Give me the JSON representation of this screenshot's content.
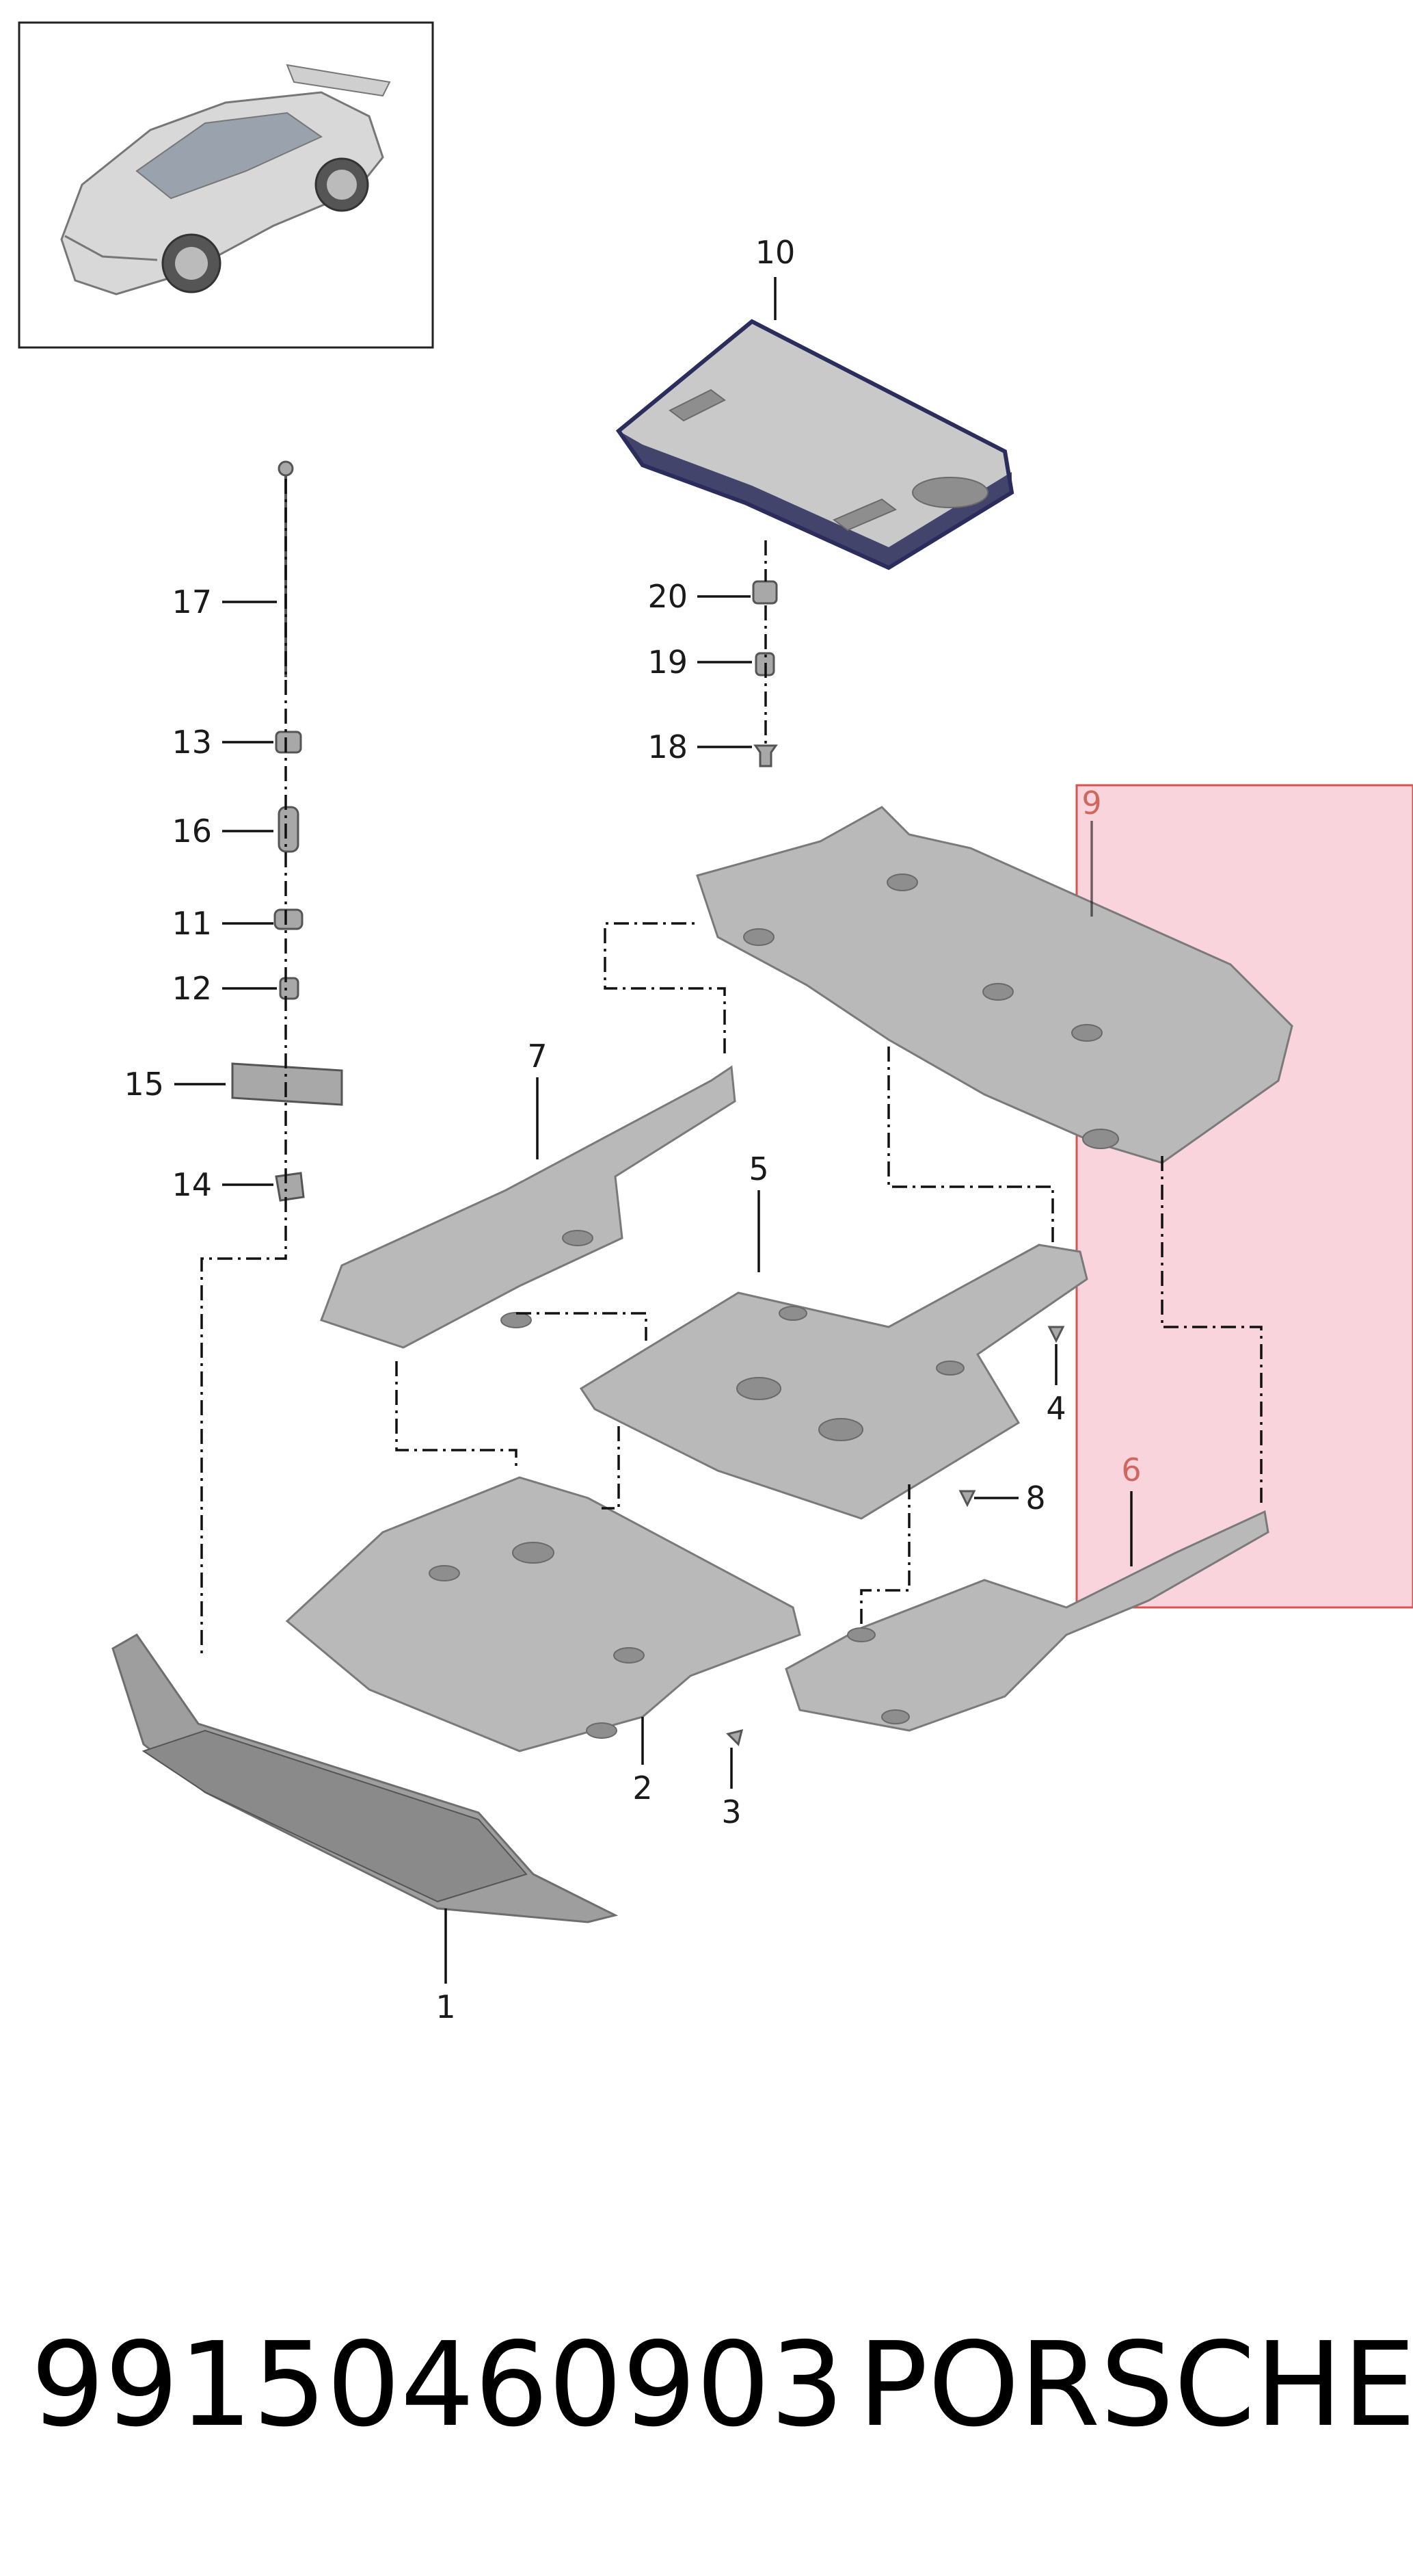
{
  "callouts": {
    "c1": "1",
    "c2": "2",
    "c3": "3",
    "c4": "4",
    "c5": "5",
    "c6": "6",
    "c7": "7",
    "c8": "8",
    "c9": "9",
    "c10": "10",
    "c11": "11",
    "c12": "12",
    "c13": "13",
    "c14": "14",
    "c15": "15",
    "c16": "16",
    "c17": "17",
    "c18": "18",
    "c19": "19",
    "c20": "20"
  },
  "footer": {
    "part_number": "99150460903",
    "brand": "PORSCHE"
  },
  "colors": {
    "highlight_fill": "#f7c6d0",
    "highlight_stroke": "#d9534f",
    "part_fill": "#b9b9b9",
    "panel10_edge": "#2b2d5c"
  }
}
